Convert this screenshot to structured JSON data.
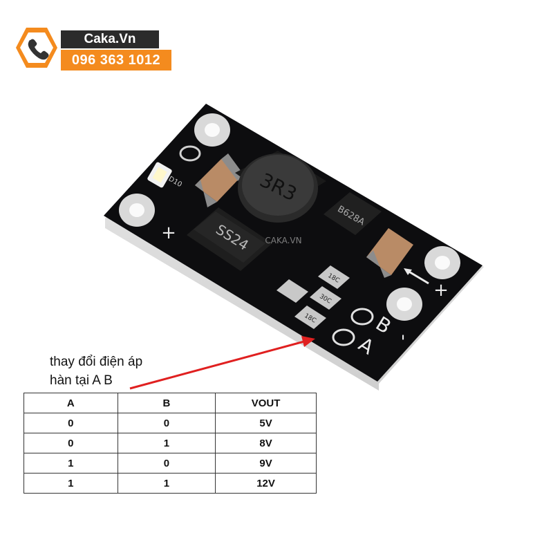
{
  "header": {
    "brand": "Caka.Vn",
    "phone": "096 363 1012",
    "colors": {
      "hex_badge": "#f48b1e",
      "brand_bg": "#2b2b2b",
      "phone_bg": "#f48b1e"
    },
    "icon": "phone-icon"
  },
  "board": {
    "inductor_label": "3R3",
    "diode_label": "SS24",
    "ic_label": "B628A",
    "resistor_labels": [
      "D10",
      "18C",
      "30C",
      "18C"
    ],
    "pin_plus_left": "+",
    "pin_plus_right": "+",
    "pin_minus": "-",
    "pad_a": "A",
    "pad_b": "B",
    "watermark": "CAKA.VN"
  },
  "annotation": {
    "line1": "thay đổi điện áp",
    "line2": "hàn tại A B",
    "arrow_color": "#e02020"
  },
  "table": {
    "headers": [
      "A",
      "B",
      "VOUT"
    ],
    "rows": [
      [
        "0",
        "0",
        "5V"
      ],
      [
        "0",
        "1",
        "8V"
      ],
      [
        "1",
        "0",
        "9V"
      ],
      [
        "1",
        "1",
        "12V"
      ]
    ]
  }
}
